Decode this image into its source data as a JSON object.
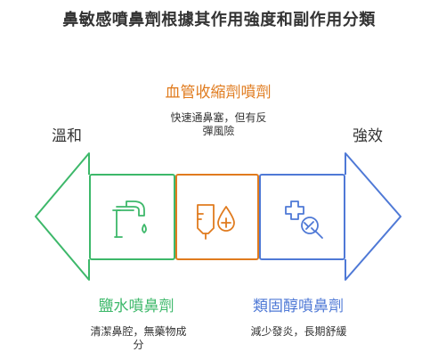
{
  "title": "鼻敏感噴鼻劑根據其作用強度和副作用分類",
  "left_label": "溫和",
  "right_label": "強效",
  "categories": [
    {
      "heading": "鹽水噴鼻劑",
      "description_line1": "清潔鼻腔，無藥物成",
      "description_line2": "分",
      "color": "#3db86a",
      "icon": "faucet-drop-icon"
    },
    {
      "heading": "血管收縮劑噴劑",
      "description_line1": "快速通鼻塞，但有反",
      "description_line2": "彈風險",
      "color": "#e07b1e",
      "icon": "iv-bag-plus-icon"
    },
    {
      "heading": "類固醇噴鼻劑",
      "description_line1": "減少發炎，長期舒緩",
      "description_line2": "",
      "color": "#4f79d6",
      "icon": "medical-cross-pill-search-icon"
    }
  ]
}
